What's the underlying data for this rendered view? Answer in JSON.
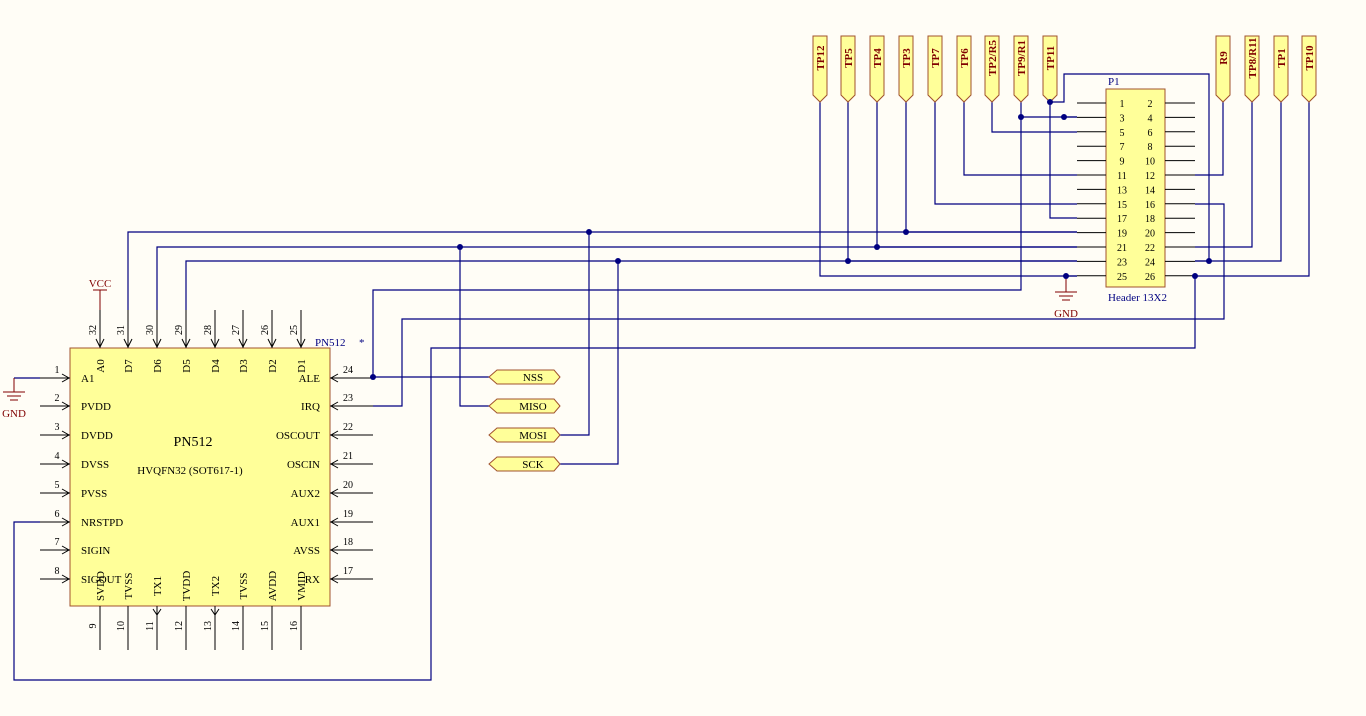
{
  "colors": {
    "background": "#FFFDF6",
    "wire": "#000080",
    "component_fill": "#FFFF99",
    "component_outline": "#A0522D",
    "power_label": "#800000",
    "text": "#000000",
    "designator": "#000080",
    "testpoint_fill": "#FFFF99"
  },
  "u1": {
    "designator": "PN512",
    "designator_mark": "*",
    "name": "PN512",
    "package": "HVQFN32 (SOT617-1)",
    "left_pins": [
      {
        "num": "1",
        "name": "A1"
      },
      {
        "num": "2",
        "name": "PVDD"
      },
      {
        "num": "3",
        "name": "DVDD"
      },
      {
        "num": "4",
        "name": "DVSS"
      },
      {
        "num": "5",
        "name": "PVSS"
      },
      {
        "num": "6",
        "name": "NRSTPD"
      },
      {
        "num": "7",
        "name": "SIGIN"
      },
      {
        "num": "8",
        "name": "SIGOUT"
      }
    ],
    "right_pins": [
      {
        "num": "24",
        "name": "ALE"
      },
      {
        "num": "23",
        "name": "IRQ"
      },
      {
        "num": "22",
        "name": "OSCOUT"
      },
      {
        "num": "21",
        "name": "OSCIN"
      },
      {
        "num": "20",
        "name": "AUX2"
      },
      {
        "num": "19",
        "name": "AUX1"
      },
      {
        "num": "18",
        "name": "AVSS"
      },
      {
        "num": "17",
        "name": "RX"
      }
    ],
    "top_pins": [
      {
        "num": "32",
        "name": "A0"
      },
      {
        "num": "31",
        "name": "D7"
      },
      {
        "num": "30",
        "name": "D6"
      },
      {
        "num": "29",
        "name": "D5"
      },
      {
        "num": "28",
        "name": "D4"
      },
      {
        "num": "27",
        "name": "D3"
      },
      {
        "num": "26",
        "name": "D2"
      },
      {
        "num": "25",
        "name": "D1"
      }
    ],
    "bottom_pins": [
      {
        "num": "9",
        "name": "SVDD"
      },
      {
        "num": "10",
        "name": "TVSS"
      },
      {
        "num": "11",
        "name": "TX1"
      },
      {
        "num": "12",
        "name": "TVDD"
      },
      {
        "num": "13",
        "name": "TX2"
      },
      {
        "num": "14",
        "name": "TVSS"
      },
      {
        "num": "15",
        "name": "AVDD"
      },
      {
        "num": "16",
        "name": "VMID"
      }
    ]
  },
  "p1": {
    "designator": "P1",
    "name": "Header 13X2",
    "odd_pins": [
      "1",
      "3",
      "5",
      "7",
      "9",
      "11",
      "13",
      "15",
      "17",
      "19",
      "21",
      "23",
      "25"
    ],
    "even_pins": [
      "2",
      "4",
      "6",
      "8",
      "10",
      "12",
      "14",
      "16",
      "18",
      "20",
      "22",
      "24",
      "26"
    ]
  },
  "testpoints": [
    "TP12",
    "TP5",
    "TP4",
    "TP3",
    "TP7",
    "TP6",
    "TP2/R5",
    "TP9/R1",
    "TP11",
    "R9",
    "TP8/R11",
    "TP1",
    "TP10"
  ],
  "ports": [
    "NSS",
    "MISO",
    "MOSI",
    "SCK"
  ],
  "power": {
    "vcc": "VCC",
    "gnd": "GND"
  }
}
